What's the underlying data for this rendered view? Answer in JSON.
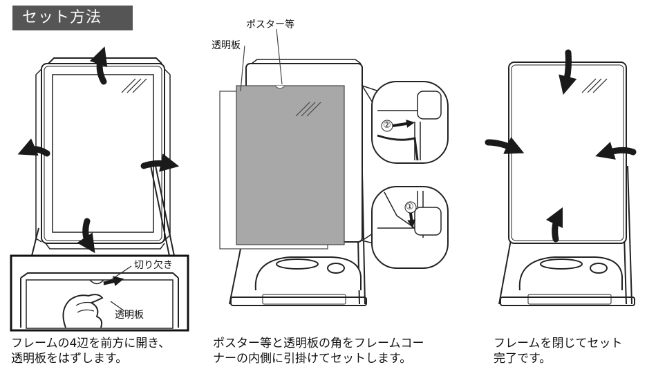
{
  "title": "セット方法",
  "steps": [
    {
      "caption": [
        "フレームの4辺を前方に開き、",
        "透明板をはずします。"
      ],
      "callout_labels": {
        "notch": "切り欠き",
        "clear_panel": "透明板"
      }
    },
    {
      "caption": [
        "ポスター等と透明板の角をフレームコー",
        "ナーの内側に引掛けてセットします。"
      ],
      "labels": {
        "poster": "ポスター等",
        "clear_panel": "透明板"
      },
      "markers": [
        "②",
        "①"
      ]
    },
    {
      "caption": [
        "フレームを閉じてセット",
        "完了です。"
      ]
    }
  ]
}
